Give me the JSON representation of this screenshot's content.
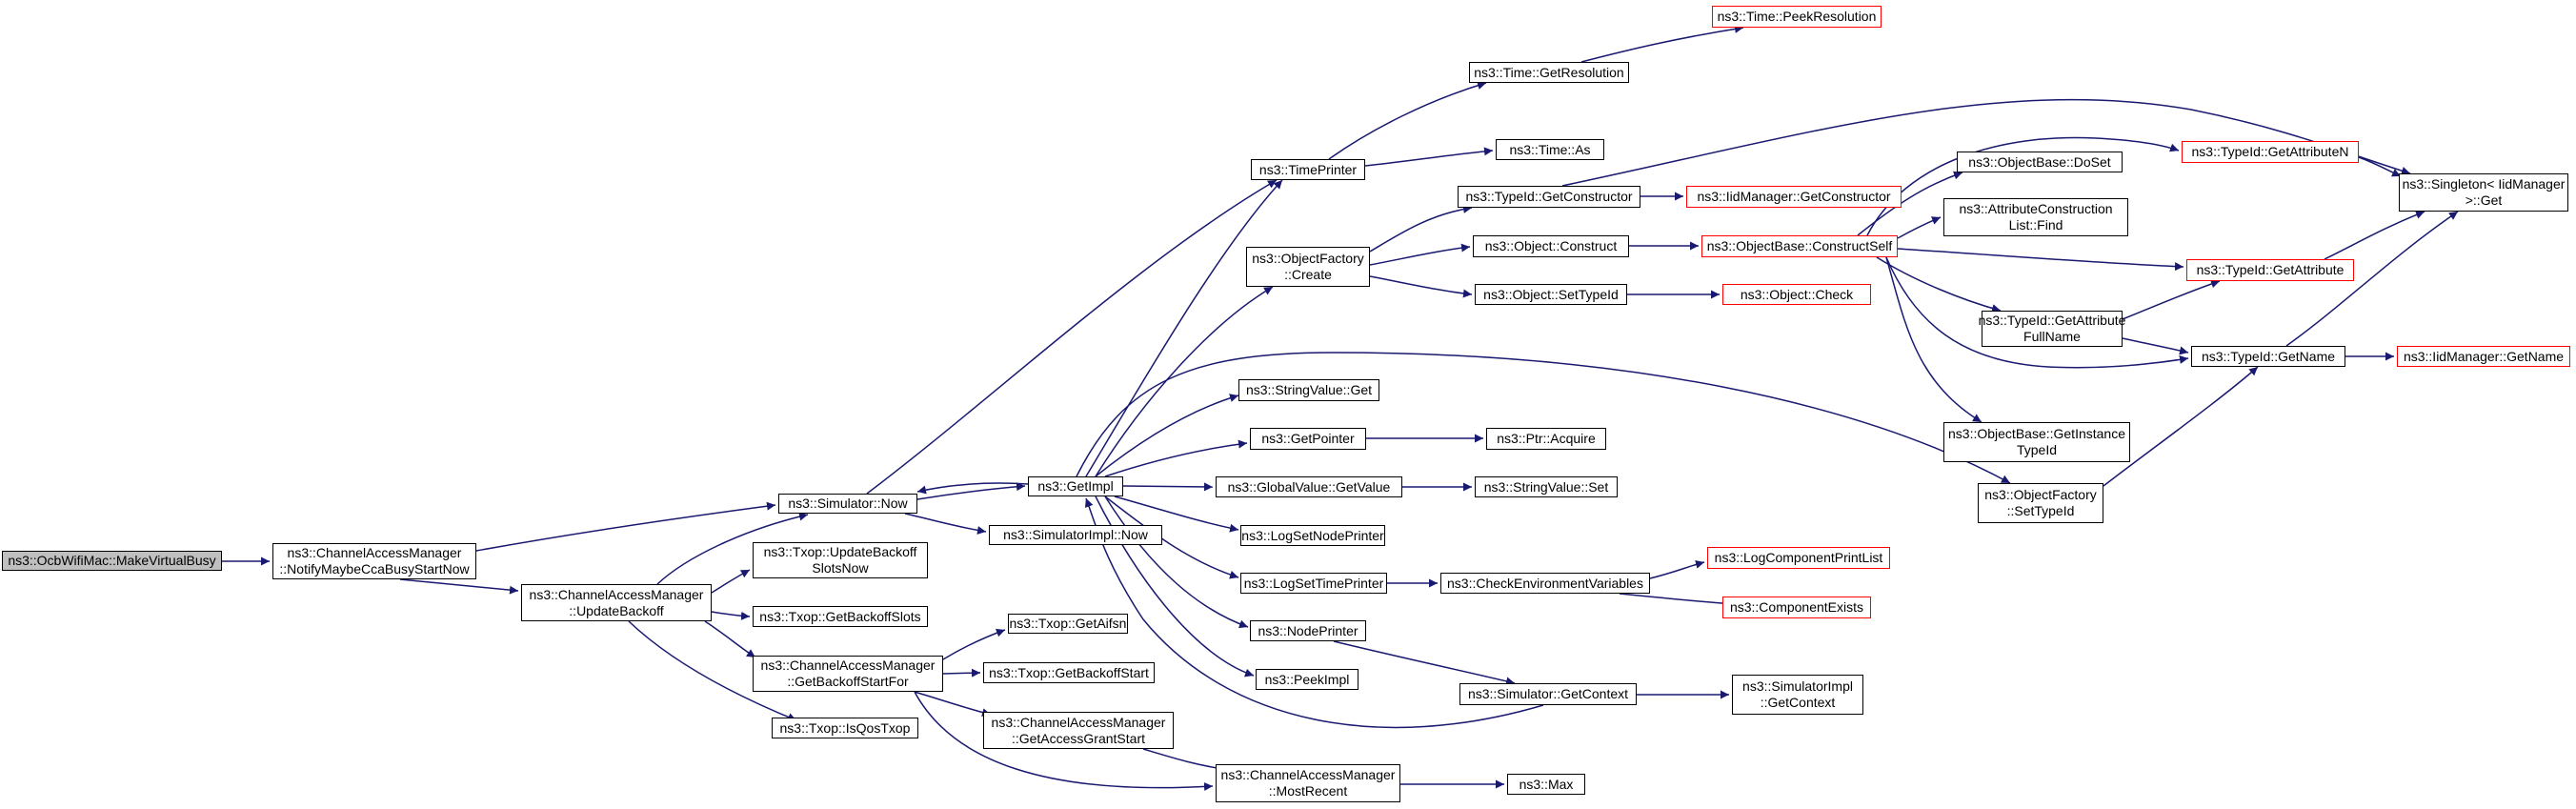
{
  "graph": {
    "root": "ns3::OcbWifiMac::MakeVirtualBusy",
    "nodes": {
      "root": "ns3::OcbWifiMac::MakeVirtualBusy",
      "notify": "ns3::ChannelAccessManager\n::NotifyMaybeCcaBusyStartNow",
      "updateBackoff": "ns3::ChannelAccessManager\n::UpdateBackoff",
      "simNow": "ns3::Simulator::Now",
      "simImplNow": "ns3::SimulatorImpl::Now",
      "getImpl": "ns3::GetImpl",
      "txopUpdate": "ns3::Txop::UpdateBackoff\nSlotsNow",
      "txopGetSlots": "ns3::Txop::GetBackoffSlots",
      "getBackoffStartFor": "ns3::ChannelAccessManager\n::GetBackoffStartFor",
      "isQosTxop": "ns3::Txop::IsQosTxop",
      "getAifsn": "ns3::Txop::GetAifsn",
      "getBackoffStart": "ns3::Txop::GetBackoffStart",
      "getAccessGrant": "ns3::ChannelAccessManager\n::GetAccessGrantStart",
      "mostRecent": "ns3::ChannelAccessManager\n::MostRecent",
      "max": "ns3::Max",
      "timePrinter": "ns3::TimePrinter",
      "getResolution": "ns3::Time::GetResolution",
      "peekResolution": "ns3::Time::PeekResolution",
      "timeAs": "ns3::Time::As",
      "objFactoryCreate": "ns3::ObjectFactory\n::Create",
      "getConstructor": "ns3::TypeId::GetConstructor",
      "iidGetConstructor": "ns3::IidManager::GetConstructor",
      "objConstruct": "ns3::Object::Construct",
      "constructSelf": "ns3::ObjectBase::ConstructSelf",
      "objSetTypeId": "ns3::Object::SetTypeId",
      "objCheck": "ns3::Object::Check",
      "doSet": "ns3::ObjectBase::DoSet",
      "attrFind": "ns3::AttributeConstruction\nList::Find",
      "getAttrN": "ns3::TypeId::GetAttributeN",
      "singletonGet": "ns3::Singleton< IidManager\n>::Get",
      "getAttr": "ns3::TypeId::GetAttribute",
      "getAttrFullName": "ns3::TypeId::GetAttribute\nFullName",
      "getName": "ns3::TypeId::GetName",
      "iidGetName": "ns3::IidManager::GetName",
      "getInstanceTypeId": "ns3::ObjectBase::GetInstance\nTypeId",
      "factorySetTypeId": "ns3::ObjectFactory\n::SetTypeId",
      "stringValueGet": "ns3::StringValue::Get",
      "getPointer": "ns3::GetPointer",
      "ptrAcquire": "ns3::Ptr::Acquire",
      "globalValueGet": "ns3::GlobalValue::GetValue",
      "stringValueSet": "ns3::StringValue::Set",
      "logSetNodePrinter": "ns3::LogSetNodePrinter",
      "logSetTimePrinter": "ns3::LogSetTimePrinter",
      "checkEnv": "ns3::CheckEnvironmentVariables",
      "logCompPrintList": "ns3::LogComponentPrintList",
      "componentExists": "ns3::ComponentExists",
      "nodePrinter": "ns3::NodePrinter",
      "peekImpl": "ns3::PeekImpl",
      "simGetContext": "ns3::Simulator::GetContext",
      "simImplGetContext": "ns3::SimulatorImpl\n::GetContext"
    }
  },
  "colors": {
    "edge": "#191970",
    "node_border": "#000000",
    "external_border": "#ff0000",
    "root_fill": "#bfbfbf"
  }
}
